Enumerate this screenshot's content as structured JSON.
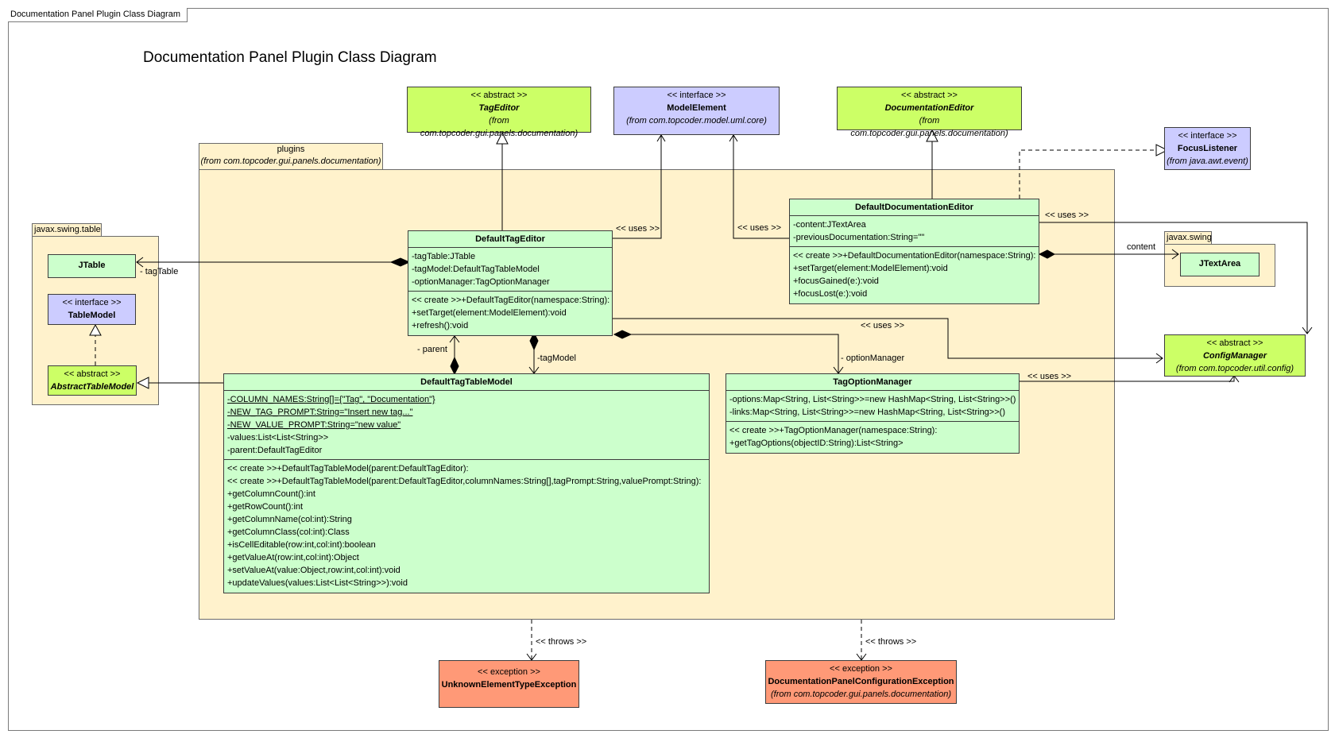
{
  "frame_tab": "Documentation Panel Plugin Class Diagram",
  "diagram_title": "Documentation Panel Plugin Class Diagram",
  "packages": {
    "plugins": {
      "name": "plugins",
      "from": "(from com.topcoder.gui.panels.documentation)"
    },
    "swing_table": {
      "name": "javax.swing.table"
    },
    "swing": {
      "name": "javax.swing"
    }
  },
  "classes": {
    "tag_editor": {
      "stereotype": "<< abstract >>",
      "name": "TagEditor",
      "from": "(from com.topcoder.gui.panels.documentation)"
    },
    "model_element": {
      "stereotype": "<< interface >>",
      "name": "ModelElement",
      "from": "(from com.topcoder.model.uml.core)"
    },
    "documentation_editor": {
      "stereotype": "<< abstract >>",
      "name": "DocumentationEditor",
      "from": "(from com.topcoder.gui.panels.documentation)"
    },
    "focus_listener": {
      "stereotype": "<< interface >>",
      "name": "FocusListener",
      "from": "(from java.awt.event)"
    },
    "jtable": {
      "name": "JTable"
    },
    "table_model": {
      "stereotype": "<< interface >>",
      "name": "TableModel"
    },
    "abstract_table_model": {
      "stereotype": "<< abstract >>",
      "name": "AbstractTableModel"
    },
    "jtextarea": {
      "name": "JTextArea"
    },
    "config_manager": {
      "stereotype": "<< abstract >>",
      "name": "ConfigManager",
      "from": "(from com.topcoder.util.config)"
    },
    "default_tag_editor": {
      "name": "DefaultTagEditor",
      "attributes": [
        "-tagTable:JTable",
        "-tagModel:DefaultTagTableModel",
        "-optionManager:TagOptionManager"
      ],
      "operations": [
        "<< create >>+DefaultTagEditor(namespace:String):",
        "+setTarget(element:ModelElement):void",
        "+refresh():void"
      ]
    },
    "default_documentation_editor": {
      "name": "DefaultDocumentationEditor",
      "attributes": [
        "-content:JTextArea",
        "-previousDocumentation:String=\"\""
      ],
      "operations": [
        "<< create >>+DefaultDocumentationEditor(namespace:String):",
        "+setTarget(element:ModelElement):void",
        "+focusGained(e:):void",
        "+focusLost(e:):void"
      ]
    },
    "default_tag_table_model": {
      "name": "DefaultTagTableModel",
      "static_attributes": [
        "-COLUMN_NAMES:String[]={\"Tag\", \"Documentation\"}",
        "-NEW_TAG_PROMPT:String=\"Insert new tag...\"",
        "-NEW_VALUE_PROMPT:String=\"new value\""
      ],
      "attributes": [
        "-values:List<List<String>>",
        "-parent:DefaultTagEditor"
      ],
      "operations": [
        "<< create >>+DefaultTagTableModel(parent:DefaultTagEditor):",
        "<< create >>+DefaultTagTableModel(parent:DefaultTagEditor,columnNames:String[],tagPrompt:String,valuePrompt:String):",
        "+getColumnCount():int",
        "+getRowCount():int",
        "+getColumnName(col:int):String",
        "+getColumnClass(col:int):Class",
        "+isCellEditable(row:int,col:int):boolean",
        "+getValueAt(row:int,col:int):Object",
        "+setValueAt(value:Object,row:int,col:int):void",
        "+updateValues(values:List<List<String>>):void"
      ]
    },
    "tag_option_manager": {
      "name": "TagOptionManager",
      "attributes": [
        "-options:Map<String, List<String>>=new HashMap<String, List<String>>()",
        "-links:Map<String, List<String>>=new HashMap<String, List<String>>()"
      ],
      "operations": [
        "<< create >>+TagOptionManager(namespace:String):",
        "+getTagOptions(objectID:String):List<String>"
      ]
    },
    "unknown_element_type_exception": {
      "stereotype": "<< exception >>",
      "name": "UnknownElementTypeException"
    },
    "documentation_panel_configuration_exception": {
      "stereotype": "<< exception >>",
      "name": "DocumentationPanelConfigurationException",
      "from": "(from com.topcoder.gui.panels.documentation)"
    }
  },
  "labels": {
    "uses_model_element_1": "<< uses >>",
    "uses_model_element_2": "<< uses >>",
    "uses_config_manager_1": "<< uses >>",
    "uses_config_manager_2": "<< uses >>",
    "uses_config_manager_3": "<< uses >>",
    "tag_table": "- tagTable",
    "content": "content",
    "parent": "- parent",
    "tag_model": "-tagModel",
    "option_manager": "- optionManager",
    "throws_1": "<< throws >>",
    "throws_2": "<< throws >>"
  },
  "colors": {
    "package_fill": "#fff2cc",
    "class_fill": "#ccffcc",
    "abstract_fill": "#ccff66",
    "interface_fill": "#ccccff",
    "exception_fill": "#ff9977"
  }
}
